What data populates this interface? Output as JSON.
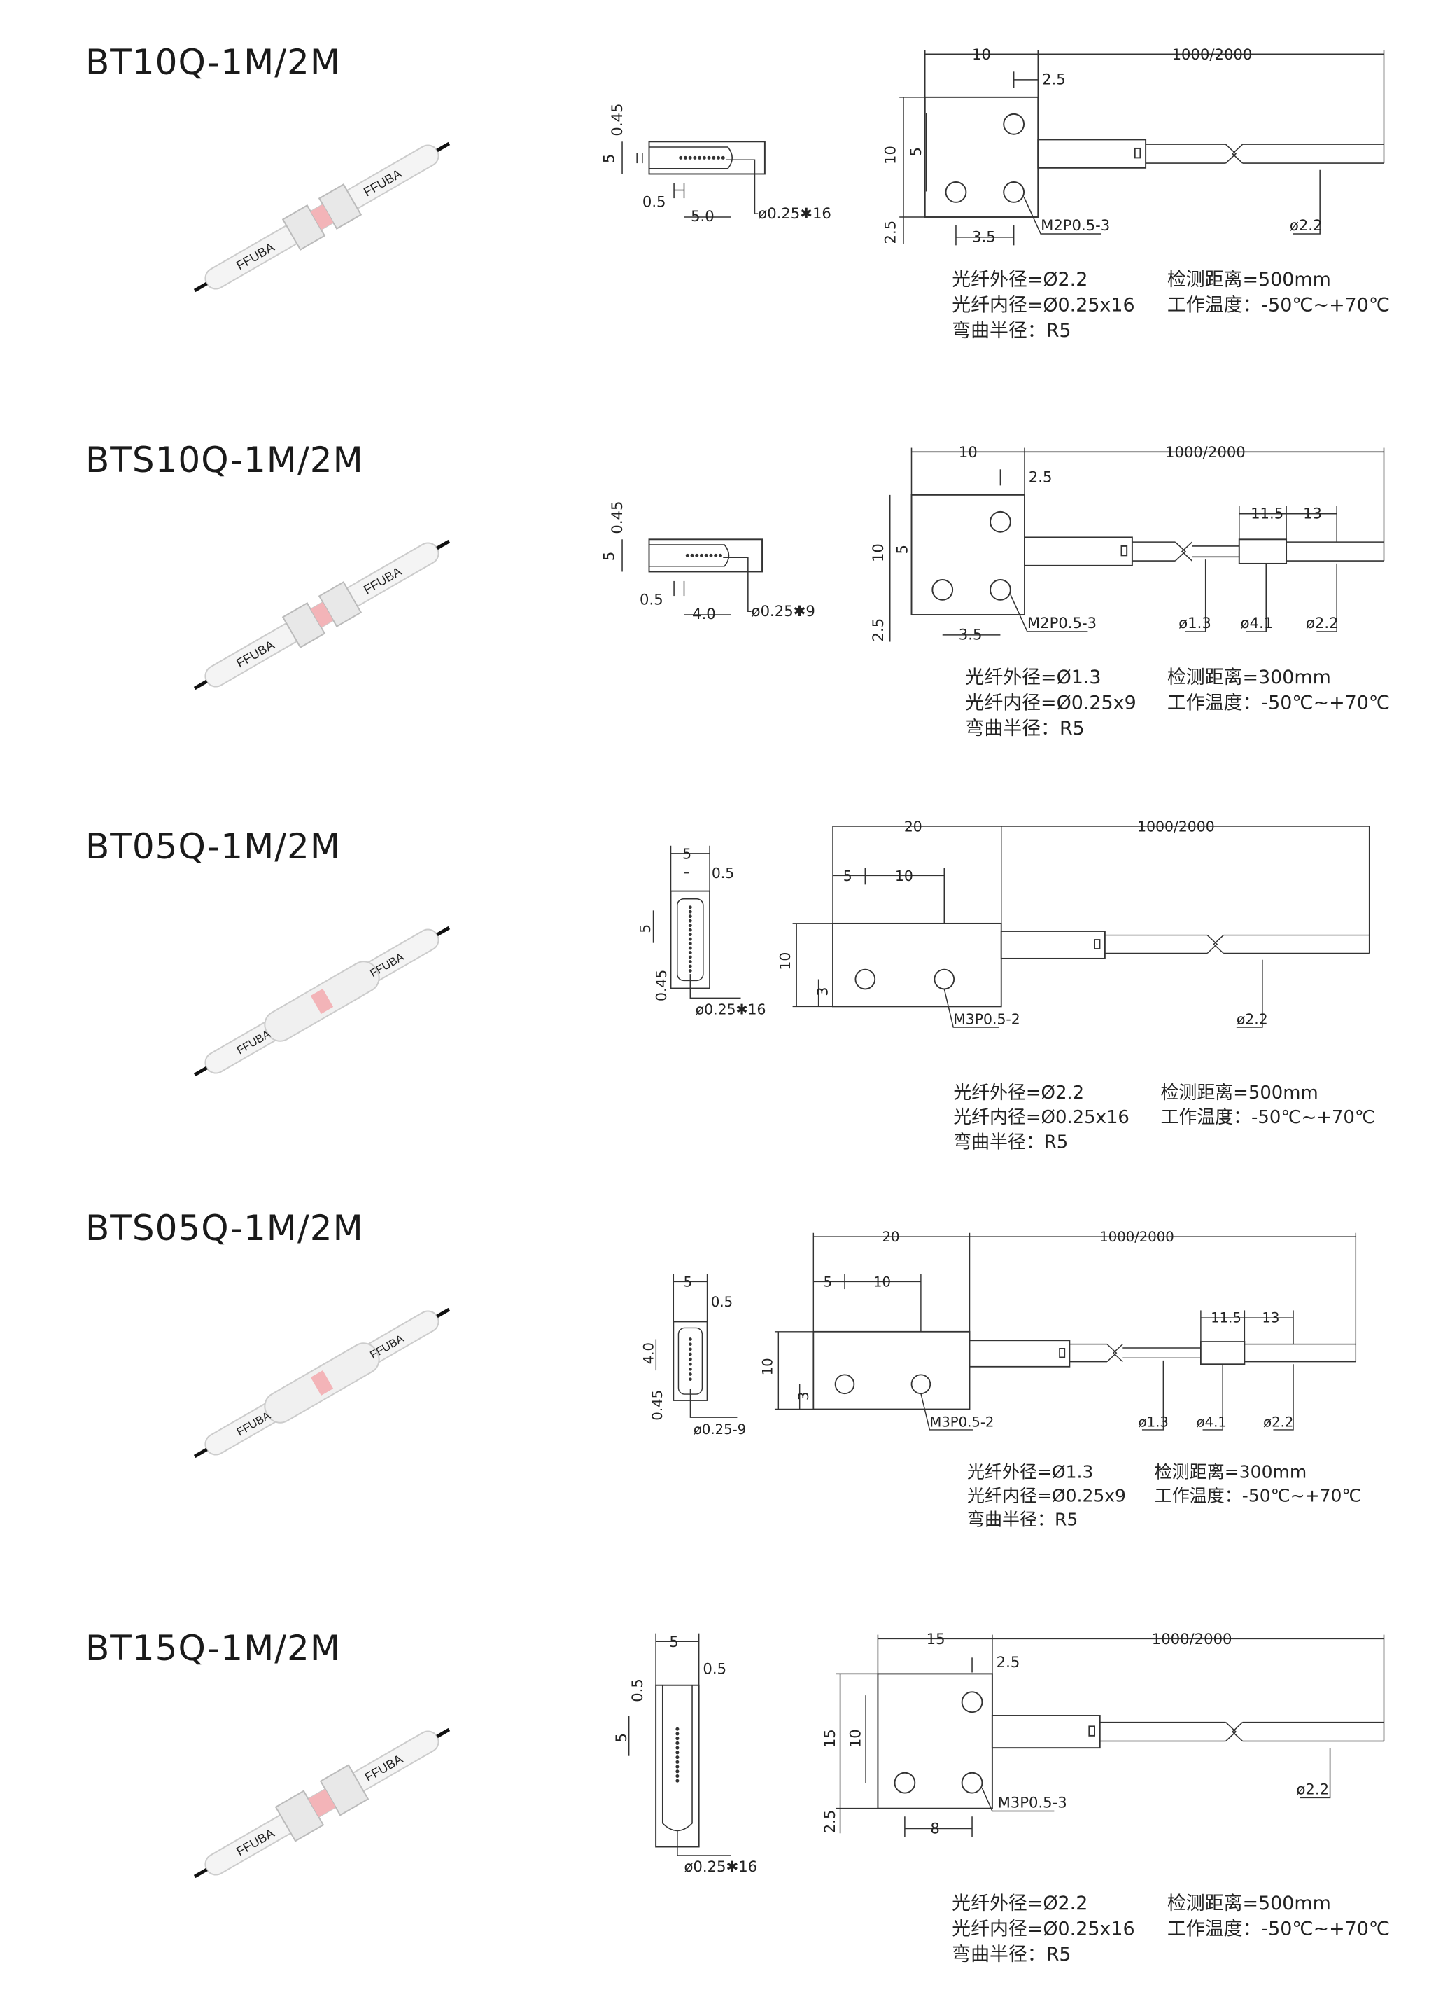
{
  "products": [
    {
      "model": "BT10Q-1M/2M",
      "photo_brand": "FFUBA",
      "front": {
        "w": "5",
        "gap": "0.45",
        "pitch": "0.5",
        "len": "5.0",
        "fiber": "ø0.25✱16"
      },
      "dims": {
        "width": "10",
        "tip": "2.5",
        "length": "1000/2000",
        "height": "10",
        "inner_h": "5",
        "bottom": "2.5",
        "hole_pitch": "3.5",
        "thread": "M2P0.5-3"
      },
      "cable": [
        "ø2.2"
      ],
      "specs": {
        "outer": "光纤外径=Ø2.2",
        "inner": "光纤内径=Ø0.25x16",
        "bend": "弯曲半径：R5",
        "distance": "检测距离=500mm",
        "temp": "工作温度：-50℃~+70℃"
      }
    },
    {
      "model": "BTS10Q-1M/2M",
      "photo_brand": "FFUBA",
      "front": {
        "w": "5",
        "gap": "0.45",
        "pitch": "0.5",
        "len": "4.0",
        "fiber": "ø0.25✱9"
      },
      "dims": {
        "width": "10",
        "tip": "2.5",
        "length": "1000/2000",
        "height": "10",
        "inner_h": "5",
        "bottom": "2.5",
        "hole_pitch": "3.5",
        "thread": "M2P0.5-3",
        "seg1": "11.5",
        "seg2": "13"
      },
      "cable": [
        "ø1.3",
        "ø4.1",
        "ø2.2"
      ],
      "specs": {
        "outer": "光纤外径=Ø1.3",
        "inner": "光纤内径=Ø0.25x9",
        "bend": "弯曲半径：R5",
        "distance": "检测距离=300mm",
        "temp": "工作温度：-50℃~+70℃"
      }
    },
    {
      "model": "BT05Q-1M/2M",
      "photo_brand": "FFUBA",
      "front": {
        "w": "5",
        "gap": "0.5",
        "pitch": "5",
        "len": "0.45",
        "fiber": "ø0.25✱16"
      },
      "dims": {
        "width": "20",
        "hole_a": "5",
        "hole_b": "10",
        "length": "1000/2000",
        "height": "10",
        "bottom": "3",
        "thread": "M3P0.5-2"
      },
      "cable": [
        "ø2.2"
      ],
      "specs": {
        "outer": "光纤外径=Ø2.2",
        "inner": "光纤内径=Ø0.25x16",
        "bend": "弯曲半径：R5",
        "distance": "检测距离=500mm",
        "temp": "工作温度：-50℃~+70℃"
      }
    },
    {
      "model": "BTS05Q-1M/2M",
      "photo_brand": "FFUBA",
      "front": {
        "w": "5",
        "gap": "0.5",
        "pitch": "4.0",
        "len": "0.45",
        "fiber": "ø0.25-9"
      },
      "dims": {
        "width": "20",
        "hole_a": "5",
        "hole_b": "10",
        "length": "1000/2000",
        "height": "10",
        "bottom": "3",
        "thread": "M3P0.5-2",
        "seg1": "11.5",
        "seg2": "13"
      },
      "cable": [
        "ø1.3",
        "ø4.1",
        "ø2.2"
      ],
      "specs": {
        "outer": "光纤外径=Ø1.3",
        "inner": "光纤内径=Ø0.25x9",
        "bend": "弯曲半径：R5",
        "distance": "检测距离=300mm",
        "temp": "工作温度：-50℃~+70℃"
      }
    },
    {
      "model": "BT15Q-1M/2M",
      "photo_brand": "FFUBA",
      "front": {
        "w": "5",
        "gap": "0.5",
        "pitch": "5",
        "len": "0.5",
        "fiber": "ø0.25✱16"
      },
      "dims": {
        "width": "15",
        "tip": "2.5",
        "length": "1000/2000",
        "height": "15",
        "inner_h": "10",
        "bottom": "2.5",
        "hole_pitch": "8",
        "thread": "M3P0.5-3"
      },
      "cable": [
        "ø2.2"
      ],
      "specs": {
        "outer": "光纤外径=Ø2.2",
        "inner": "光纤内径=Ø0.25x16",
        "bend": "弯曲半径：R5",
        "distance": "检测距离=500mm",
        "temp": "工作温度：-50℃~+70℃"
      }
    }
  ]
}
